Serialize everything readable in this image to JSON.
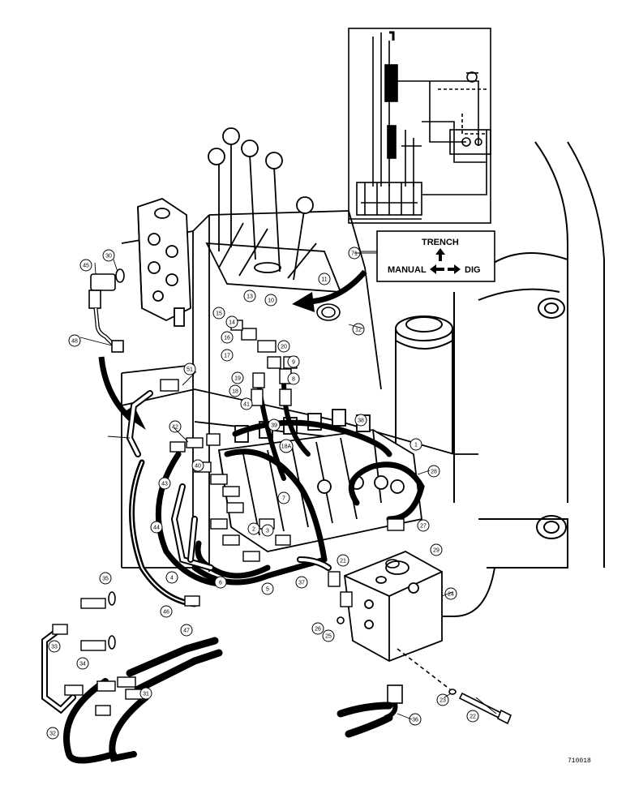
{
  "pattern_decal": {
    "callout": "71",
    "top_label": "TRENCH",
    "left_label": "MANUAL",
    "right_label": "DIG"
  },
  "callouts": [
    "1",
    "2",
    "3",
    "4",
    "5",
    "6",
    "7",
    "8",
    "9",
    "10",
    "11",
    "12",
    "13",
    "14",
    "15",
    "16",
    "17",
    "18",
    "18A",
    "19",
    "20",
    "21",
    "22",
    "23",
    "24",
    "25",
    "26",
    "27",
    "28",
    "29",
    "30",
    "31",
    "32",
    "33",
    "34",
    "35",
    "36",
    "37",
    "38",
    "39",
    "40",
    "41",
    "42",
    "43",
    "44",
    "45",
    "46",
    "47",
    "48",
    "51"
  ],
  "figure_code": "710018"
}
